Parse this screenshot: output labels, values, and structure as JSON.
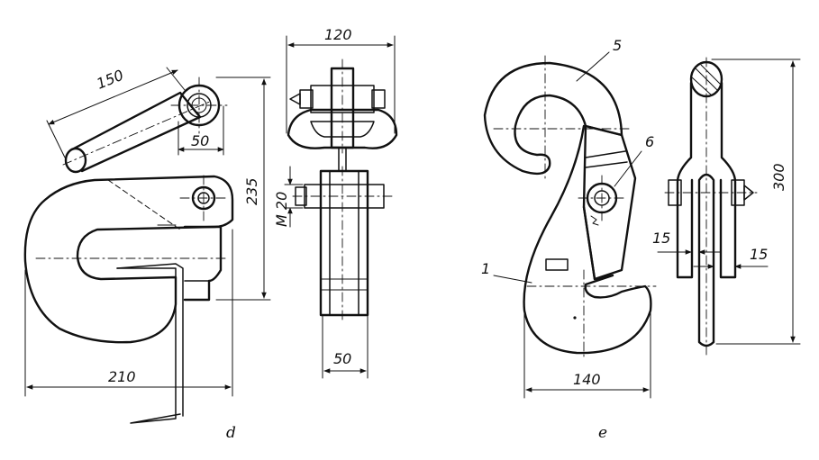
{
  "figure_d": {
    "caption": "d",
    "dimensions": {
      "lever_length": "150",
      "eye_width": "50",
      "height": "235",
      "thread": "M 20",
      "width": "210",
      "head_width": "120",
      "body_width": "50"
    }
  },
  "figure_e": {
    "caption": "e",
    "dimensions": {
      "width": "140",
      "height": "300",
      "plate_left": "15",
      "plate_right": "15"
    },
    "part_numbers": {
      "hook": "5",
      "pin": "6",
      "body": "1"
    }
  }
}
